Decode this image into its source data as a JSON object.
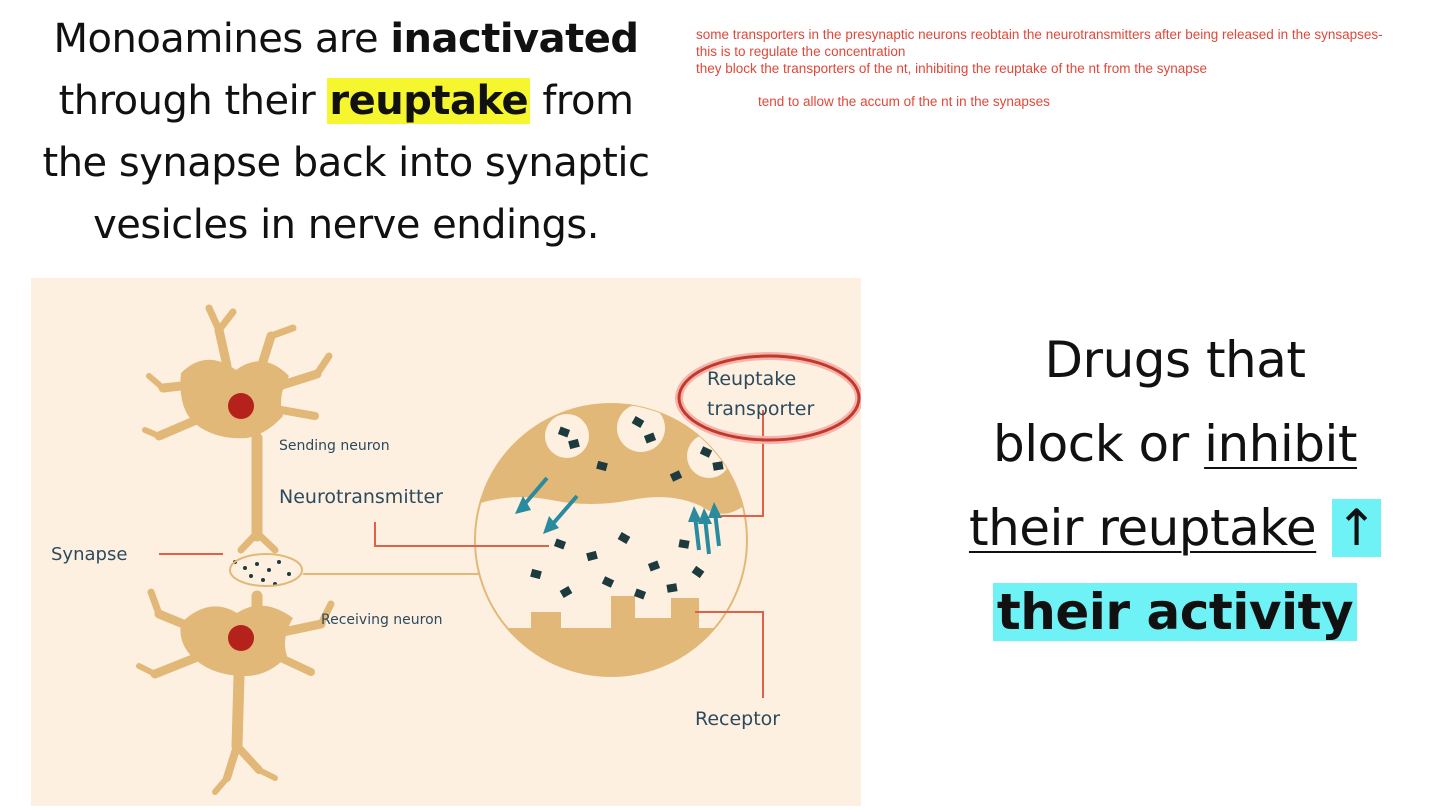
{
  "title": {
    "t1": "Monoamines are ",
    "t2": "inactivated",
    "t3": "through their ",
    "t4": "reuptake",
    "t5": " from",
    "t6": "the synapse back into synaptic",
    "t7": "vesicles in nerve endings."
  },
  "notes": {
    "line1": "some transporters in the presynaptic neurons reobtain the neurotransmitters after being released in the synsapses- this is to regulate the concentration",
    "line2": "they block the transporters of the nt, inhibiting the reuptake of the nt from the synapse",
    "line3": "tend to allow the accum of the nt in the synapses"
  },
  "diagram": {
    "sending": "Sending neuron",
    "neurotransmitter": "Neurotransmitter",
    "synapse": "Synapse",
    "receiving": "Receiving neuron",
    "reuptake1": "Reuptake",
    "reuptake2": "transporter",
    "receptor": "Receptor",
    "colors": {
      "neuron": "#e2b878",
      "nucleus": "#b5221b",
      "label": "#2c4a5e",
      "pointer": "#e0604a",
      "arrow": "#2a8a9e",
      "dot": "#1d3a3e"
    }
  },
  "drugs": {
    "l1": "Drugs that",
    "l2a": "block or ",
    "l2b": "inhibit",
    "l3": "their reuptake",
    "arrow": "↑",
    "l4": "their activity",
    "highlight": "#6ff2f5"
  }
}
